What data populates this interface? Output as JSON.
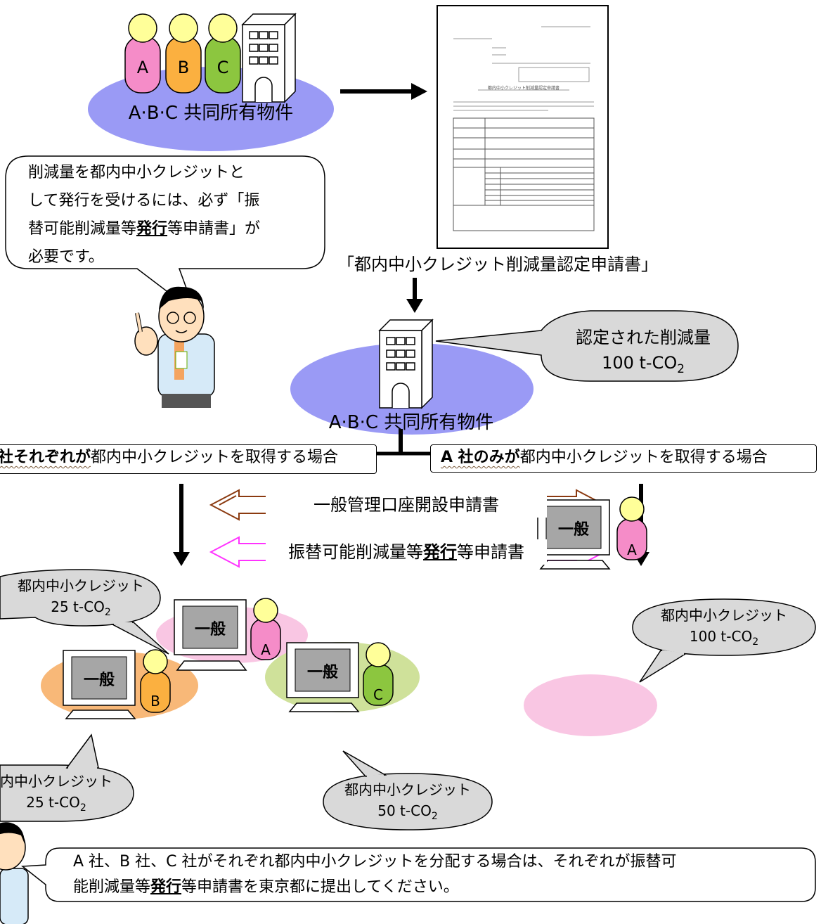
{
  "owners": {
    "A": "A",
    "B": "B",
    "C": "C",
    "property_label": "A·B·C 共同所有物件"
  },
  "form": {
    "title": "都内中小クレジット削減量認定申請書",
    "caption": "「都内中小クレジット削減量認定申請書」"
  },
  "top_note": {
    "line1": "削減量を都内中小クレジットと",
    "line2": "して発行を受けるには、必ず「振",
    "line3_a": "替可能削減量等",
    "line3_b": "発行",
    "line3_c": "等申請書」が",
    "line4": "必要です。"
  },
  "certified": {
    "line1": "認定された削減量",
    "line2": "100 t-CO",
    "sub": "2"
  },
  "branch": {
    "left_a": "社それぞれが",
    "left_b": "都内中小クレジットを取得する場合",
    "right_a": "A 社のみが",
    "right_b": "都内中小クレジットを取得する場合"
  },
  "arrows": {
    "account": "一般管理口座開設申請書",
    "issue_a": "振替可能削減量等",
    "issue_b": "発行",
    "issue_c": "等申請書"
  },
  "accounts": {
    "general": "一般"
  },
  "credits": {
    "a_label": "都内中小クレジット",
    "a_value": "25 t-CO",
    "b_label": "内中小クレジット",
    "b_value": "25 t-CO",
    "c_label": "都内中小クレジット",
    "c_value": "50 t-CO",
    "single_label": "都内中小クレジット",
    "single_value": "100 t-CO",
    "sub": "2"
  },
  "bottom_note": {
    "line1": "A 社、B 社、C 社がそれぞれ都内中小クレジットを分配する場合は、それぞれが振替可",
    "line2_a": "能削減量等",
    "line2_b": "発行",
    "line2_c": "等申請書を東京都に提出してください。"
  },
  "colors": {
    "ellipse_blue": "#9a9af5",
    "pink": "#f58cc8",
    "orange": "#fbb040",
    "green": "#8cc63f",
    "head": "#ffff99",
    "brown": "#8b3a10",
    "magenta": "#ff33ff",
    "bubble_gray": "#d9d9d9"
  }
}
